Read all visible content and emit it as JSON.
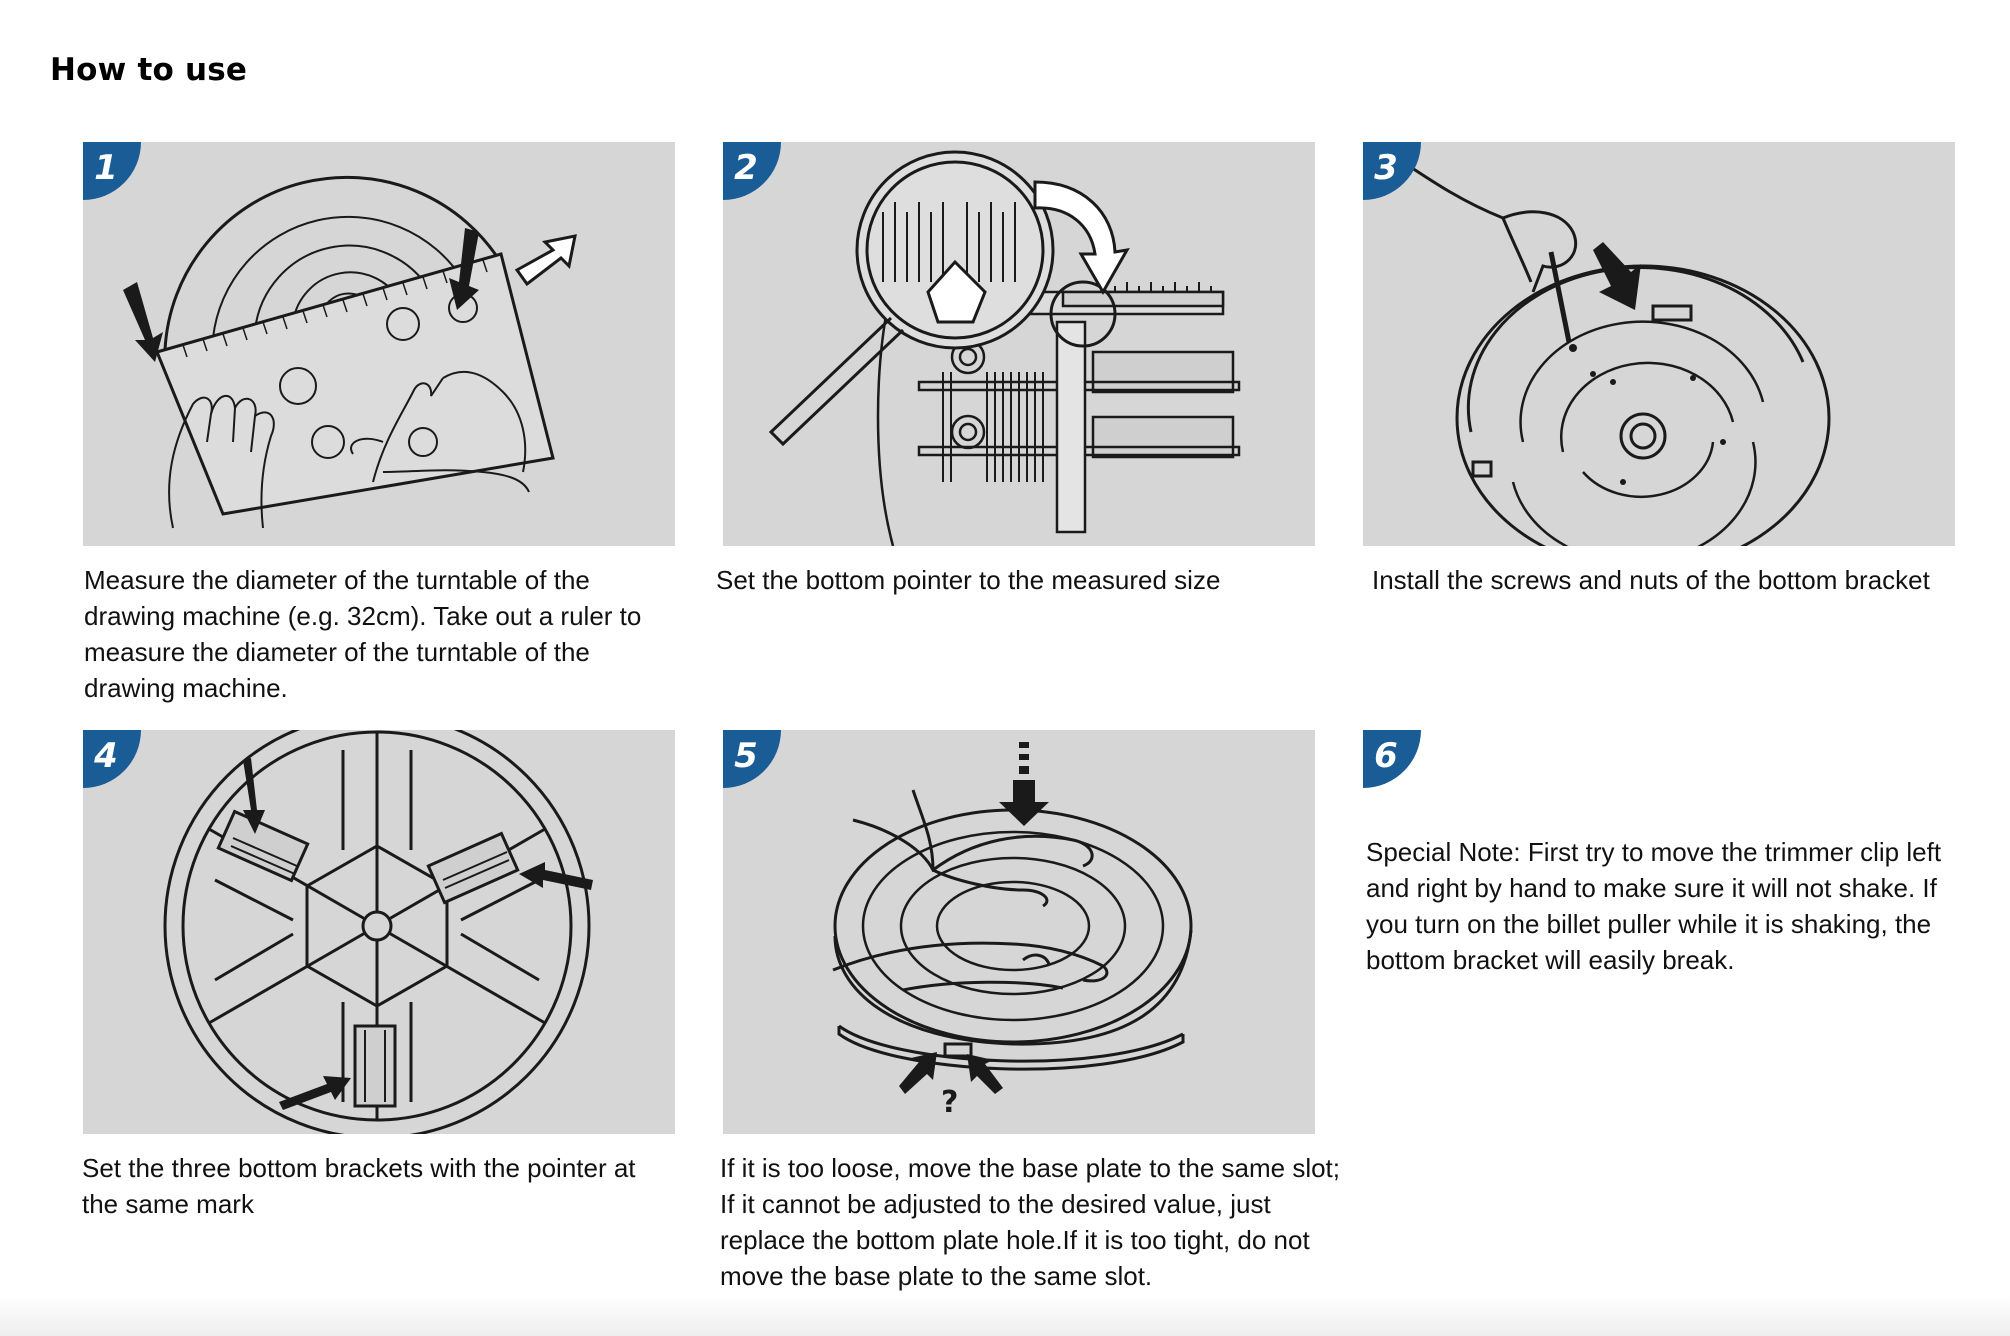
{
  "page": {
    "title": "How to use"
  },
  "steps": [
    {
      "number": "1",
      "caption": "Measure the diameter of the turntable of the drawing machine (e.g. 32cm). Take out a ruler to measure the diameter of the turntable of the drawing machine."
    },
    {
      "number": "2",
      "caption": "Set the bottom pointer to the measured size"
    },
    {
      "number": "3",
      "caption": "Install the screws and nuts of the bottom bracket"
    },
    {
      "number": "4",
      "caption": "Set the three bottom brackets with the pointer at the same mark"
    },
    {
      "number": "5",
      "caption": "If it is too loose, move the base plate to the same slot; If it cannot be adjusted to the desired value, just replace the bottom plate hole.If it is too tight, do not move the base plate to the same slot."
    },
    {
      "number": "6",
      "caption": "Special Note: First try to move the trimmer clip left and right by hand to make sure it will not shake. If you turn on the billet puller while it is shaking, the bottom bracket will easily break."
    }
  ],
  "colors": {
    "badge": "#1a5c96",
    "panel": "#d6d6d6",
    "ink": "#1a1a1a"
  }
}
